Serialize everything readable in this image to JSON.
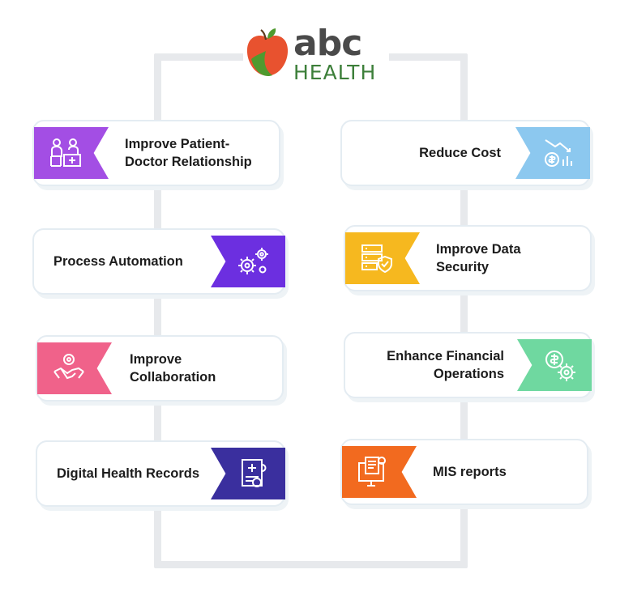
{
  "brand": {
    "word": "abc",
    "sub": "HEALTH",
    "apple_color": "#e8522f",
    "leaf_color": "#4f9a2f"
  },
  "left": [
    {
      "label": "Improve Patient-Doctor Relationship",
      "icon": "doctor-patient-icon",
      "color": "#a34ee4"
    },
    {
      "label": "Process Automation",
      "icon": "gears-icon",
      "color": "#6c2fe0"
    },
    {
      "label": "Improve Collaboration",
      "icon": "handshake-icon",
      "color": "#f0628a"
    },
    {
      "label": "Digital Health Records",
      "icon": "medical-record-icon",
      "color": "#3a2f9e"
    }
  ],
  "right": [
    {
      "label": "Reduce Cost",
      "icon": "money-down-icon",
      "color": "#8cc8ef"
    },
    {
      "label": "Improve Data Security",
      "icon": "server-shield-icon",
      "color": "#f6b81f"
    },
    {
      "label": "Enhance Financial Operations",
      "icon": "dollar-gear-icon",
      "color": "#6fd8a0"
    },
    {
      "label": "MIS reports",
      "icon": "report-computer-icon",
      "color": "#f26a1f"
    }
  ]
}
